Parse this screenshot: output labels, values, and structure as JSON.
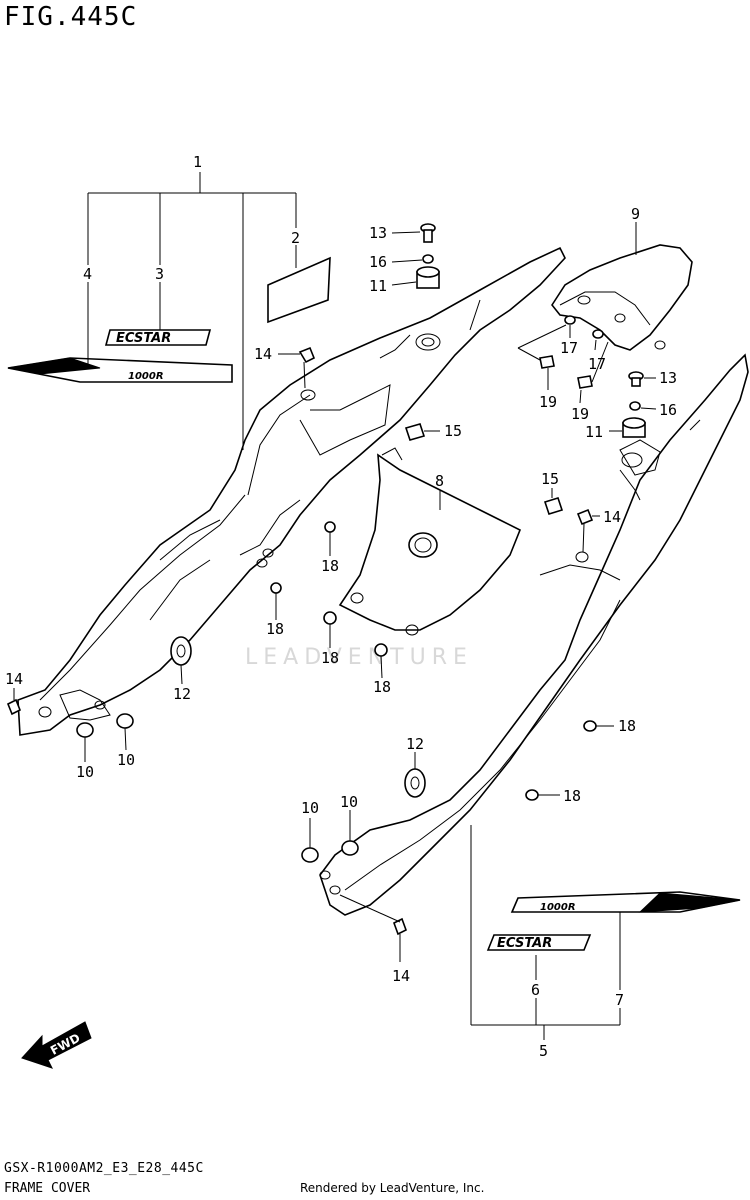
{
  "figure": {
    "title": "FIG.445C",
    "code": "GSX-R1000AM2_E3_E28_445C",
    "section": "FRAME COVER",
    "rendered_by": "Rendered by LeadVenture, Inc.",
    "watermark": "LEADVENTURE",
    "fwd_label": "FWD",
    "decal_brand": "ECSTAR",
    "decal_model": "1000R"
  },
  "callouts": [
    {
      "id": "c1",
      "label": "1"
    },
    {
      "id": "c2",
      "label": "2"
    },
    {
      "id": "c3",
      "label": "3"
    },
    {
      "id": "c4",
      "label": "4"
    },
    {
      "id": "c5",
      "label": "5"
    },
    {
      "id": "c6",
      "label": "6"
    },
    {
      "id": "c7",
      "label": "7"
    },
    {
      "id": "c8",
      "label": "8"
    },
    {
      "id": "c9",
      "label": "9"
    },
    {
      "id": "c10a",
      "label": "10"
    },
    {
      "id": "c10b",
      "label": "10"
    },
    {
      "id": "c10c",
      "label": "10"
    },
    {
      "id": "c10d",
      "label": "10"
    },
    {
      "id": "c11a",
      "label": "11"
    },
    {
      "id": "c11b",
      "label": "11"
    },
    {
      "id": "c12a",
      "label": "12"
    },
    {
      "id": "c12b",
      "label": "12"
    },
    {
      "id": "c13a",
      "label": "13"
    },
    {
      "id": "c13b",
      "label": "13"
    },
    {
      "id": "c14a",
      "label": "14"
    },
    {
      "id": "c14b",
      "label": "14"
    },
    {
      "id": "c14c",
      "label": "14"
    },
    {
      "id": "c14d",
      "label": "14"
    },
    {
      "id": "c15a",
      "label": "15"
    },
    {
      "id": "c15b",
      "label": "15"
    },
    {
      "id": "c16a",
      "label": "16"
    },
    {
      "id": "c16b",
      "label": "16"
    },
    {
      "id": "c17a",
      "label": "17"
    },
    {
      "id": "c17b",
      "label": "17"
    },
    {
      "id": "c18a",
      "label": "18"
    },
    {
      "id": "c18b",
      "label": "18"
    },
    {
      "id": "c18c",
      "label": "18"
    },
    {
      "id": "c18d",
      "label": "18"
    },
    {
      "id": "c18e",
      "label": "18"
    },
    {
      "id": "c18f",
      "label": "18"
    },
    {
      "id": "c19a",
      "label": "19"
    },
    {
      "id": "c19b",
      "label": "19"
    }
  ]
}
